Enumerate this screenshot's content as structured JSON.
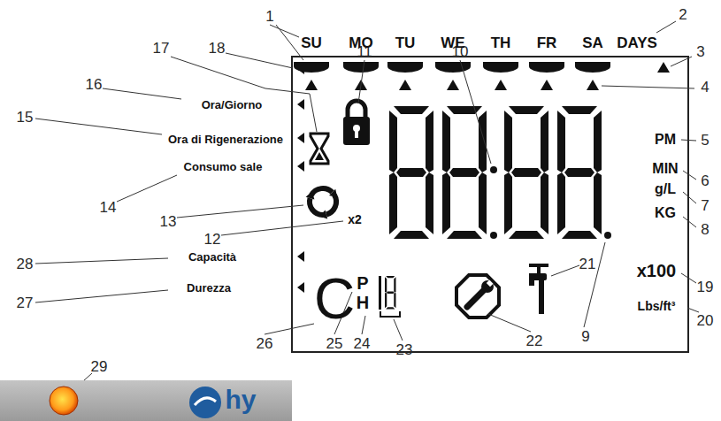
{
  "diagram": {
    "labels": [
      "1",
      "2",
      "3",
      "4",
      "5",
      "6",
      "7",
      "8",
      "9",
      "10",
      "11",
      "12",
      "13",
      "14",
      "15",
      "16",
      "17",
      "18",
      "19",
      "20",
      "21",
      "22",
      "23",
      "24",
      "25",
      "26",
      "27",
      "28",
      "29",
      "SU",
      "MO",
      "TU",
      "WE",
      "TH",
      "FR",
      "SA",
      "DAYS",
      "Ora/Giorno",
      "Ora di Rigenerazione",
      "Consumo sale",
      "Capacità",
      "Durezza",
      "PM",
      "MIN",
      "g/L",
      "KG",
      "x100",
      "Lbs/ft³",
      "x2",
      "C",
      "P",
      "H",
      "hy"
    ]
  }
}
